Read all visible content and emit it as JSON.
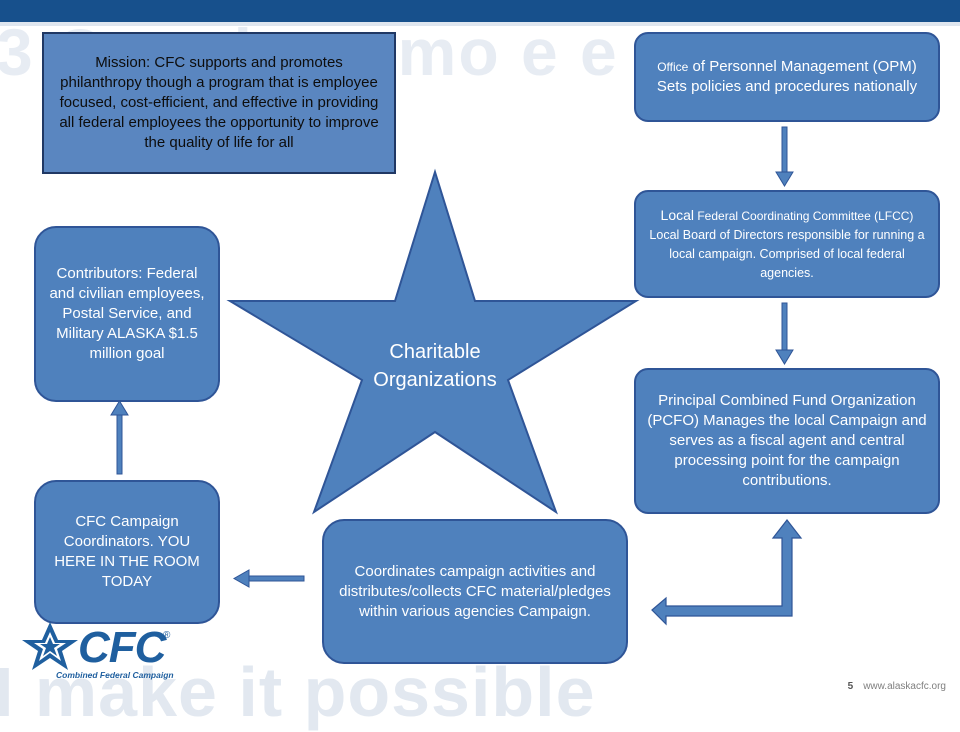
{
  "watermark": {
    "top": "3 Cont   ious mo  e e",
    "bottom": "I make it possible"
  },
  "mission": {
    "text": "Mission:  CFC supports and promotes philanthropy though a program that is employee focused, cost-efficient, and effective in providing all federal employees the opportunity to improve the quality of life for all"
  },
  "opm": {
    "prefix": "Office",
    "title": " of Personnel Management (OPM)",
    "line2": "Sets policies and procedures nationally"
  },
  "lfcc": {
    "prefix": "Local",
    "title": " Federal Coordinating Committee (LFCC)",
    "line2": "Local Board of Directors responsible for running a local campaign. Comprised of local  federal agencies."
  },
  "pcfo": {
    "text": "Principal Combined Fund Organization (PCFO) Manages the local Campaign and serves as a fiscal agent and central processing point for the campaign contributions."
  },
  "coordinates": {
    "text": "Coordinates campaign activities and distributes/collects CFC material/pledges within various agencies Campaign."
  },
  "campaign_coordinators": {
    "text": "CFC Campaign Coordinators. YOU HERE IN THE ROOM TODAY"
  },
  "contributors": {
    "text": "Contributors: Federal and civilian employees, Postal Service, and Military ALASKA $1.5 million goal"
  },
  "star": {
    "label": "Charitable Organizations"
  },
  "logo": {
    "text": "CFC",
    "reg": "®",
    "subtitle": "Combined Federal Campaign"
  },
  "footer": {
    "page": "5",
    "url": "www.alaskacfc.org"
  },
  "colors": {
    "box_fill": "#4f81bd",
    "box_border": "#2f5597",
    "header_bar": "#17508c",
    "arrow": "#4f81bd"
  }
}
